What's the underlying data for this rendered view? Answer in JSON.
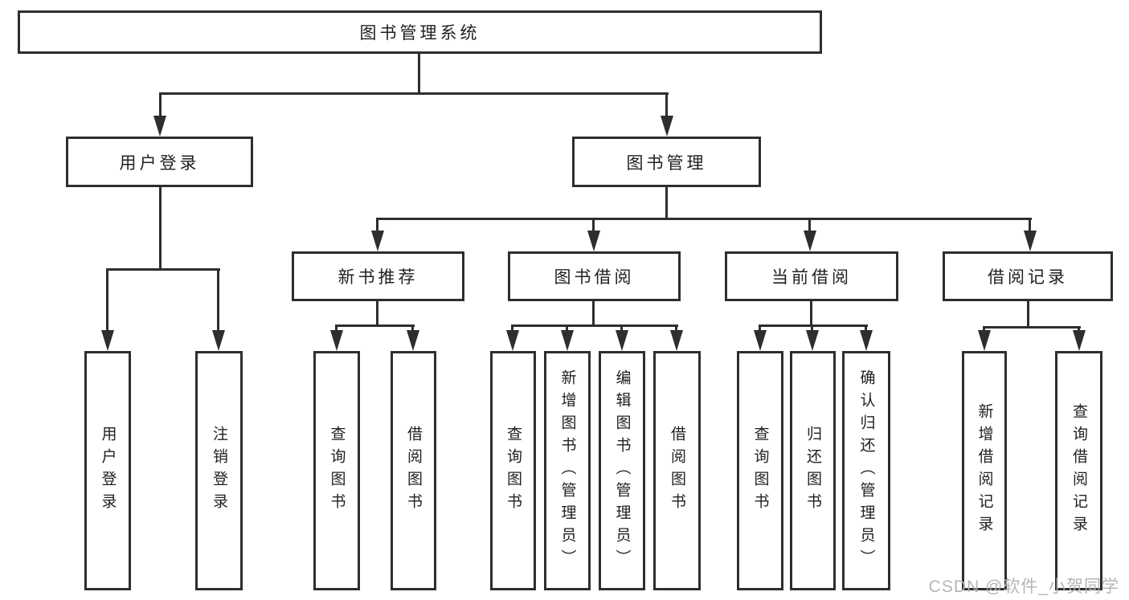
{
  "colors": {
    "line": "#2e2e2e",
    "text": "#212121",
    "background": "#ffffff",
    "watermark": "#b1b1b1"
  },
  "watermark": {
    "text": "CSDN @软件_小贺同学"
  },
  "tree": {
    "label": "图书管理系统",
    "children": [
      {
        "label": "用户登录",
        "children": [
          {
            "label": "用户登录"
          },
          {
            "label": "注销登录"
          }
        ]
      },
      {
        "label": "图书管理",
        "children": [
          {
            "label": "新书推荐",
            "children": [
              {
                "label": "查询图书"
              },
              {
                "label": "借阅图书"
              }
            ]
          },
          {
            "label": "图书借阅",
            "children": [
              {
                "label": "查询图书"
              },
              {
                "label": "新增图书（管理员）"
              },
              {
                "label": "编辑图书（管理员）"
              },
              {
                "label": "借阅图书"
              }
            ]
          },
          {
            "label": "当前借阅",
            "children": [
              {
                "label": "查询图书"
              },
              {
                "label": "归还图书"
              },
              {
                "label": "确认归还（管理员）"
              }
            ]
          },
          {
            "label": "借阅记录",
            "children": [
              {
                "label": "新增借阅记录"
              },
              {
                "label": "查询借阅记录"
              }
            ]
          }
        ]
      }
    ]
  }
}
